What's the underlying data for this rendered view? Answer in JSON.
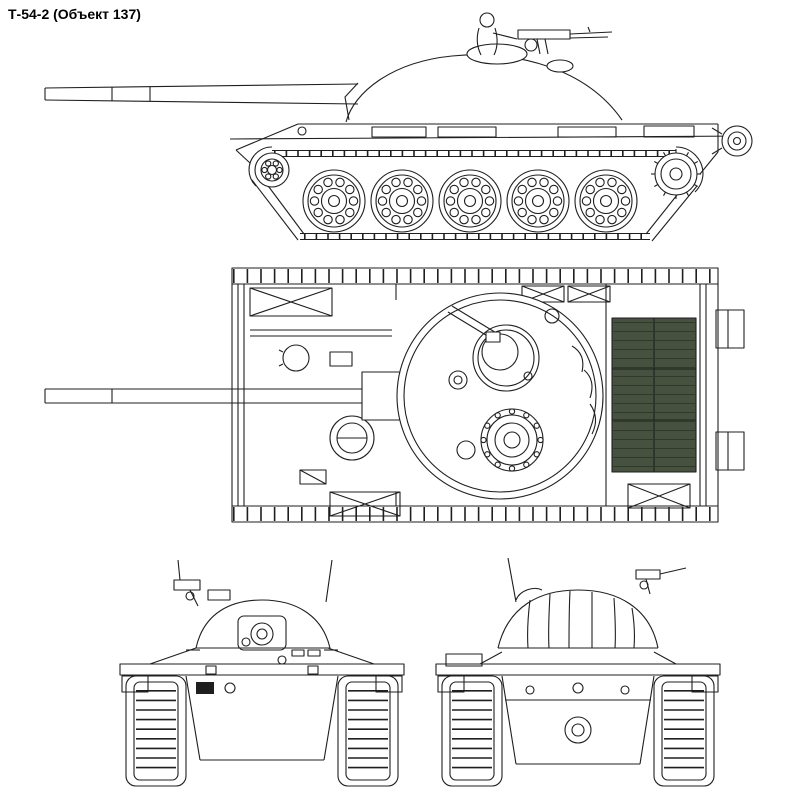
{
  "page": {
    "title": "Т-54-2 (Объект 137)"
  },
  "drawing": {
    "subject": "T-54-2 tank four-view technical line drawing",
    "views": [
      "side",
      "top",
      "front",
      "rear"
    ]
  },
  "colors": {
    "line": "#1f1f1f",
    "background": "#ffffff",
    "engine_deck_panel": "#46523f",
    "engine_deck_slat": "#303a2a"
  }
}
